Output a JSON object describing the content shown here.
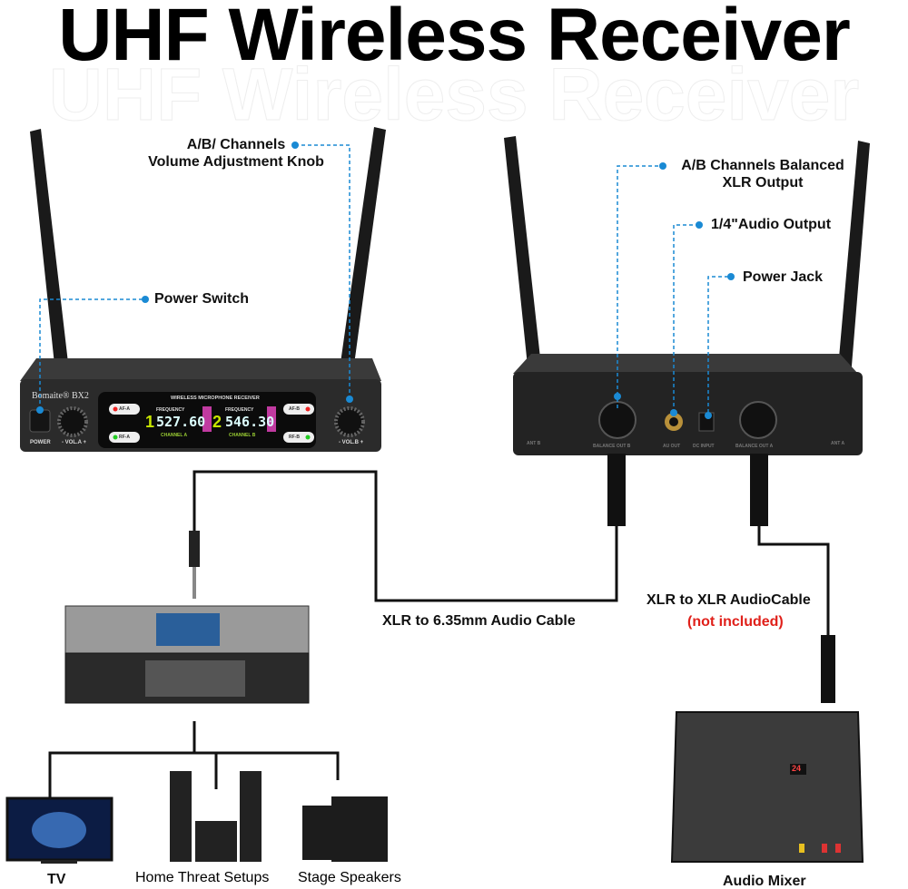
{
  "title": "UHF Wireless Receiver",
  "callouts": {
    "volume_knob": [
      "A/B/ Channels",
      "Volume Adjustment Knob"
    ],
    "power_switch": "Power Switch",
    "xlr_output": [
      "A/B Channels Balanced",
      "XLR Output"
    ],
    "audio_output": "1/4\"Audio Output",
    "power_jack": "Power Jack"
  },
  "cables": {
    "xlr_to_635": "XLR to 6.35mm Audio Cable",
    "xlr_to_xlr": "XLR to XLR AudioCable",
    "not_included": "(not included)"
  },
  "devices": {
    "tv": "TV",
    "home": "Home Threat Setups",
    "stage": "Stage Speakers",
    "mixer": "Audio Mixer",
    "mixer_display": "24"
  },
  "front_panel": {
    "brand": "Bomaite® BX2",
    "power": "POWER",
    "vol_a": "- VOL.A +",
    "vol_b": "- VOL.B +",
    "header": "WIRELESS MICROPHONE RECEIVER",
    "af_a": "AF-A",
    "rf_a": "RF-A",
    "af_b": "AF-B",
    "rf_b": "RF-B",
    "freq_label": "FREQUENCY",
    "ch1": "1",
    "ch2": "2",
    "freq_a": "527.60",
    "freq_b": "546.30",
    "channel_a": "CHANNEL  A",
    "channel_b": "CHANNEL  B"
  },
  "back_panel": {
    "out_b": "BALANCE OUT B",
    "au_out": "AU OUT",
    "dc": "DC INPUT",
    "out_a": "BALANCE OUT A",
    "ant_b": "ANT B",
    "ant_a": "ANT A"
  },
  "colors": {
    "callout": "#1a8ad4",
    "warning": "#e0201a",
    "lcd": "#7fd4ff",
    "channel": "#c8e600"
  }
}
